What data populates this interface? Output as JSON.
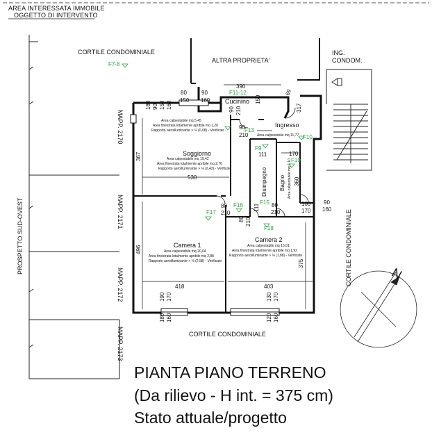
{
  "header": {
    "line1": "AREA INTERESSATA IMMOBILE",
    "line2": "OGGETTO DI INTERVENTO"
  },
  "surroundings": {
    "cortile_top": "CORTILE CONDOMINIALE",
    "cortile_bottom": "CORTILE CONDOMINIALE",
    "cortile_right": "CORTILE CONDOMINIALE",
    "altra_proprieta": "ALTRA PROPRIETA'",
    "ing_condom_1": "ING.",
    "ing_condom_2": "CONDOM.",
    "prospetto": "PROSPETTO SUD-OVEST",
    "mapp_2170": "MAPP. 2170",
    "mapp_2171": "MAPP. 2171",
    "mapp_2172": "MAPP. 2172",
    "mapp_2173": "MAPP. 2173",
    "north": "N"
  },
  "rooms": {
    "cucinino": {
      "name": "Cucinino",
      "area": "Area calpestabile mq 5,45",
      "window": "Area finestrata lotalmente apribile mq 1,20",
      "ratio": "Rapporto aeroilluminante > ⅛ (0,68) - Verificato"
    },
    "ingresso": {
      "name": "Ingresso",
      "area": "Area calpestabile mq 11,77"
    },
    "soggiorno": {
      "name": "Soggiorno",
      "area": "Area calpestabile mq 19,42",
      "window": "Area finestrata lotalmente apribile mq 2,70",
      "ratio": "Rapporto aeroilluminante > ⅛ (2,43) - Verificato"
    },
    "disimpegno": {
      "name": "Disimpegno"
    },
    "bagno": {
      "name": "Bagno",
      "area": "Area calpestabile mq 6,10"
    },
    "camera1": {
      "name": "Camera 1",
      "area": "Area calpestabile mq 20,64",
      "window": "Area finestrata lotalmente apribile mq 2,88",
      "ratio": "Rapporto aeroilluminante > ⅛ (2,58) - Verificato"
    },
    "camera2": {
      "name": "Camera 2",
      "area": "Area calpestabile mq 15,01",
      "window": "Area finestrata lotalmente apribile mq 1,92",
      "ratio": "Rapporto aeroilluminante > ⅛ (1,88) - Verificato"
    }
  },
  "tags": {
    "f7_8": "F7-8",
    "f11_12": "F11-12",
    "f13": "F13",
    "f10": "F10",
    "f9": "F9",
    "f19": "F19",
    "f15": "F15",
    "f16": "F16",
    "f17": "F17",
    "f18": "F18"
  },
  "dims": {
    "d390": "390",
    "d80a": "80",
    "d150a": "150",
    "d90a": "90",
    "d160a": "160",
    "d180": "180",
    "d90b": "90",
    "d150b": "150",
    "d160b": "160",
    "d90c": "90",
    "d210a": "210",
    "d150c": "150",
    "d69": "69",
    "d317": "317",
    "d90d": "90",
    "d210b": "210",
    "d367": "367",
    "d530": "530",
    "d170": "170",
    "d111a": "111",
    "d360": "360",
    "d111b": "111",
    "d80b": "80",
    "d210c": "210",
    "d100": "100",
    "d170b": "170",
    "d90e": "90",
    "d160c": "160",
    "d80c": "80",
    "d210d": "210",
    "d80d": "80",
    "d210e": "210",
    "d496": "496",
    "d375": "375",
    "d418": "418",
    "d403": "403",
    "d190": "190",
    "d170c": "170",
    "d180b": "180",
    "d160d": "160",
    "d130": "130",
    "d170d": "170",
    "d120": "120",
    "d160e": "160"
  },
  "title": {
    "line1": "PIANTA PIANO TERRENO",
    "line2": "(Da rilievo - H int. = 375 cm)",
    "line3": "Stato attuale/progetto"
  }
}
